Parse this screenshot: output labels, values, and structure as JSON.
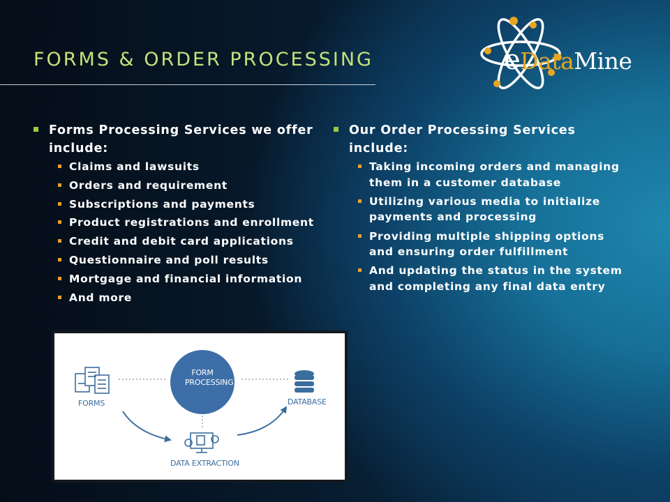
{
  "slide": {
    "title": "FORMS & ORDER PROCESSING",
    "colors": {
      "title": "#c5e27b",
      "bullet_primary": "#9acb3f",
      "bullet_secondary": "#e9a12a",
      "diagram_accent": "#3b6d9e"
    }
  },
  "logo": {
    "prefix": "e",
    "name_accent": "Data",
    "name_rest": "Mine",
    "icon": "atom-orbit-icon"
  },
  "left_column": {
    "heading": "Forms Processing Services we offer include:",
    "items": [
      "Claims and lawsuits",
      "Orders and requirement",
      "Subscriptions and payments",
      "Product registrations and enrollment",
      "Credit and debit card applications",
      "Questionnaire and poll results",
      "Mortgage and financial information",
      "And more"
    ]
  },
  "right_column": {
    "heading": "Our Order Processing Services include:",
    "items": [
      "Taking incoming orders and managing them in a customer database",
      "Utilizing various media to initialize payments and processing",
      "Providing multiple shipping options and ensuring order fulfillment",
      "And updating the status in the system and completing any final data entry"
    ]
  },
  "diagram": {
    "center_label": "FORM PROCESSING",
    "forms_label": "FORMS",
    "database_label": "DATABASE",
    "extraction_label": "DATA EXTRACTION",
    "icons": [
      "documents-icon",
      "database-icon",
      "monitor-icon"
    ]
  }
}
